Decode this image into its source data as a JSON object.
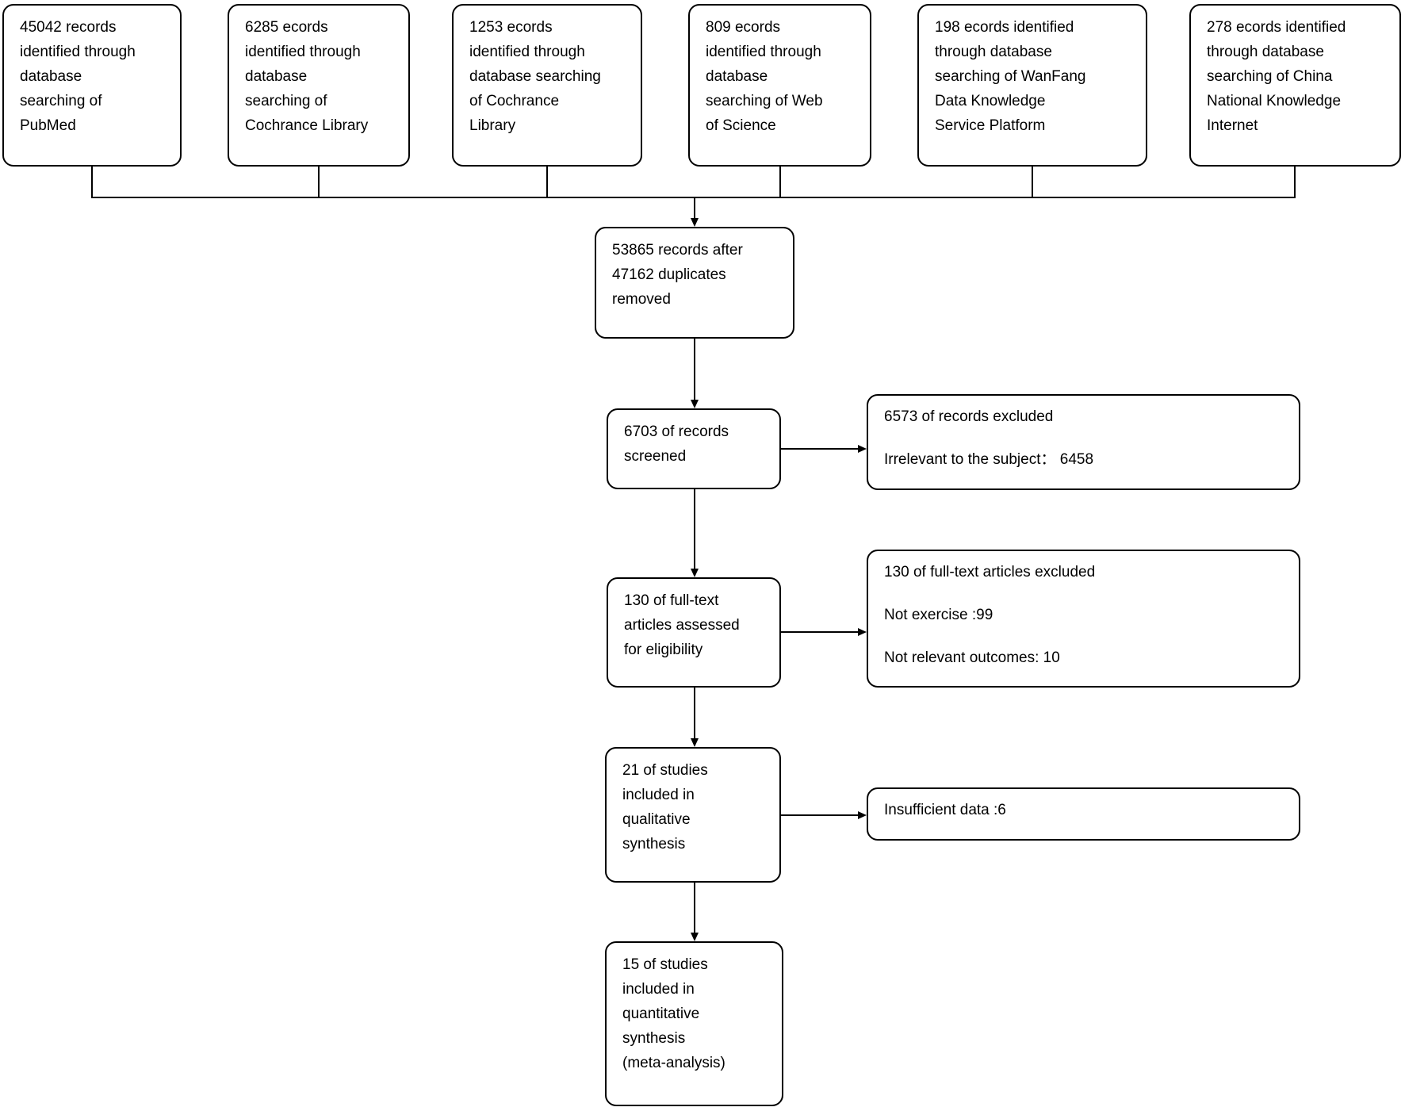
{
  "colors": {
    "line": "#000000",
    "box_fill": "#ffffff",
    "text": "#000000"
  },
  "sources": [
    "45042 records\nidentified through\ndatabase\nsearching of\nPubMed",
    "6285 ecords\nidentified through\ndatabase\nsearching of\nCochrance Library",
    "1253 ecords\nidentified through\ndatabase searching\nof Cochrance\nLibrary",
    "809 ecords\nidentified through\ndatabase\nsearching of Web\nof Science",
    "198 ecords identified\nthrough database\nsearching of WanFang\nData Knowledge\nService Platform",
    "278 ecords identified\nthrough database\nsearching of China\nNational Knowledge\nInternet"
  ],
  "flow": {
    "deduplicated": "53865 records after\n47162 duplicates\nremoved",
    "screened": "6703 of records\nscreened",
    "full_text": "130 of full-text\narticles assessed\nfor eligibility",
    "qualitative": "21 of studies\nincluded in\nqualitative\nsynthesis",
    "quantitative": "15 of studies\nincluded in\nquantitative\nsynthesis\n(meta-analysis)"
  },
  "exclusions": {
    "records": "6573 of records excluded\n\nIrrelevant to the subject： 6458",
    "full_text": "130 of full-text articles excluded\n\nNot exercise :99\n\nNot relevant outcomes: 10",
    "qualitative": "Insufficient data :6"
  }
}
